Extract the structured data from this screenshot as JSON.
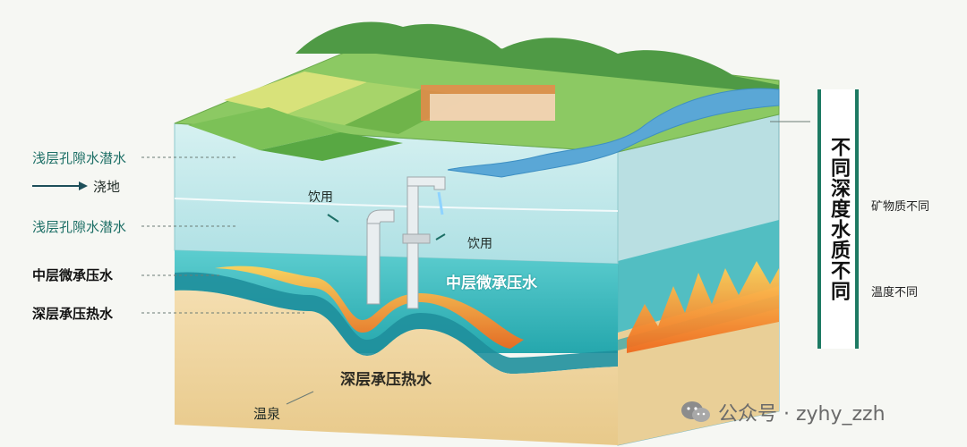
{
  "left_labels": {
    "shallow_top": "浅层孔隙水潜水",
    "irrigate": "浇地",
    "shallow_mid": "浅层孔隙水潜水",
    "mid_confined": "中层微承压水",
    "deep_thermal": "深层承压热水"
  },
  "inner_labels": {
    "drink_1": "饮用",
    "drink_2": "饮用",
    "mid_confined": "中层微承压水",
    "deep_thermal": "深层承压热水",
    "hot_spring": "温泉"
  },
  "banner": {
    "text": "不同深度水质不同"
  },
  "side_notes": {
    "minerals": "矿物质不同",
    "temperature": "温度不同"
  },
  "watermark": {
    "text": "公众号 · zyhy_zzh"
  },
  "colors": {
    "grass": "#7fc25a",
    "hills": "#4f9a45",
    "river": "#5aa7d6",
    "shallow_water": "#bfe7ea",
    "mid_water": "#35b8b8",
    "deep_water": "#1f9aa6",
    "sand": "#f1d9a6",
    "fire": "#f08a24",
    "banner_border": "#1d7a63"
  }
}
